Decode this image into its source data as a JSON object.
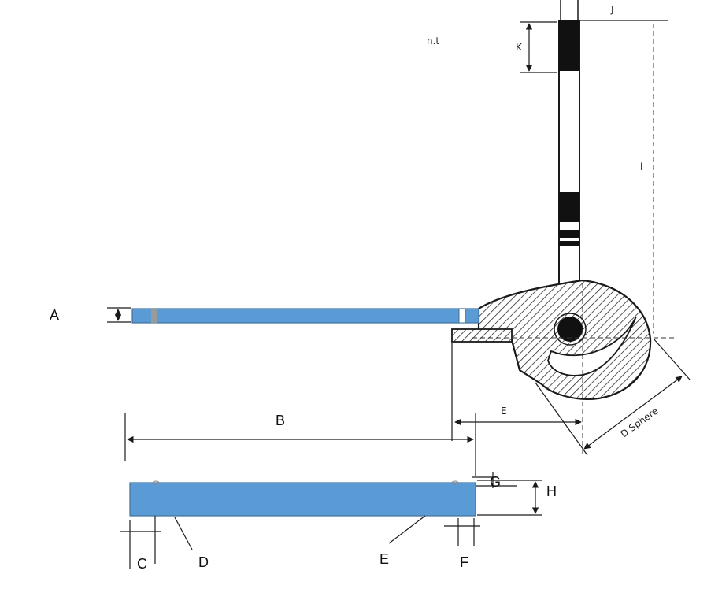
{
  "labels": {
    "a": "A",
    "b": "B",
    "c": "C",
    "d": "D",
    "e": "E",
    "f": "F",
    "g": "G",
    "h": "H"
  },
  "sketch_text": {
    "top_note": "n.t",
    "k_mark": "K",
    "j_mark": "J",
    "l_mark": "l",
    "e_mark": "E",
    "d_sphere": "D Sphere"
  },
  "colors": {
    "plate_fill": "#5b9bd5",
    "plate_stroke": "#41719c",
    "ink": "#1a1a1a",
    "hatch": "#2a2a2a"
  },
  "icons": {
    "hatch_pattern": "diagonal-hatch",
    "dowel_pin": "filled-circle"
  }
}
